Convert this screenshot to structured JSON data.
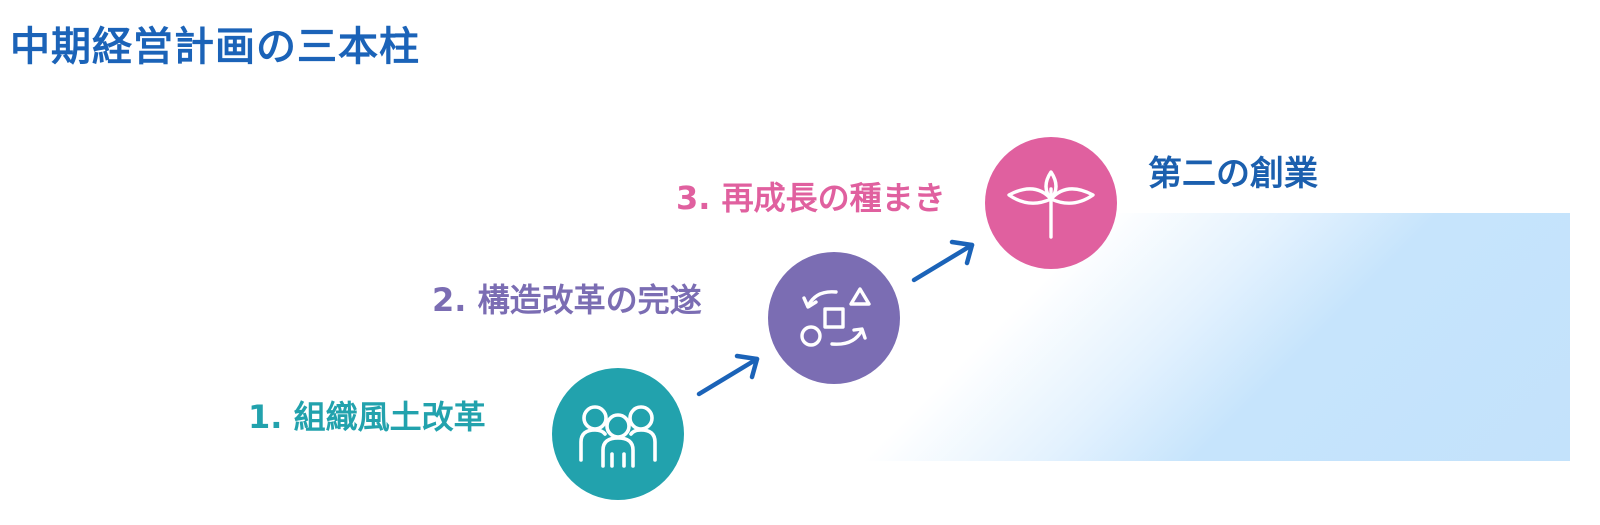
{
  "title": "中期経営計画の三本柱",
  "pillars": [
    {
      "label": "1. 組織風土改革",
      "color": "#22a2ad",
      "icon": "people-group-icon"
    },
    {
      "label": "2. 構造改革の完遂",
      "color": "#7b6db3",
      "icon": "shapes-transform-icon"
    },
    {
      "label": "3. 再成長の種まき",
      "color": "#e0609f",
      "icon": "sprout-icon"
    }
  ],
  "goal": {
    "label": "第二の創業",
    "color": "#1b5fae"
  },
  "colors": {
    "title": "#1b63b8",
    "arrow": "#1b63b8",
    "band_light": "#c3e2fb"
  }
}
